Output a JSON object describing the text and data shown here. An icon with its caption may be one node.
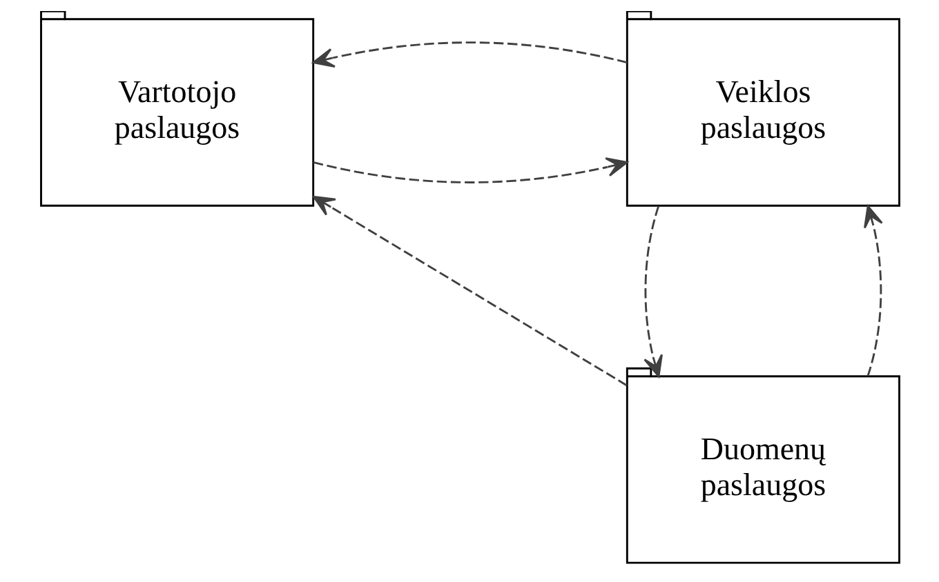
{
  "diagram": {
    "nodes": [
      {
        "text": [
          "Vartotojo paslaugos"
        ]
      },
      {
        "text": [
          "Veiklos paslaugos"
        ]
      },
      {
        "text": [
          "Duomenų paslaugos"
        ]
      }
    ],
    "edges": [
      {
        "from": 0,
        "to": 1,
        "arrow": "to",
        "style": "dashed"
      },
      {
        "from": 1,
        "to": 0,
        "arrow": "to",
        "style": "dashed"
      },
      {
        "from": 2,
        "to": 0,
        "arrow": "to",
        "style": "dashed"
      },
      {
        "from": 2,
        "to": 1,
        "arrow": "to",
        "style": "dashed"
      },
      {
        "from": 1,
        "to": 2,
        "arrow": "to",
        "style": "dashed"
      }
    ]
  }
}
